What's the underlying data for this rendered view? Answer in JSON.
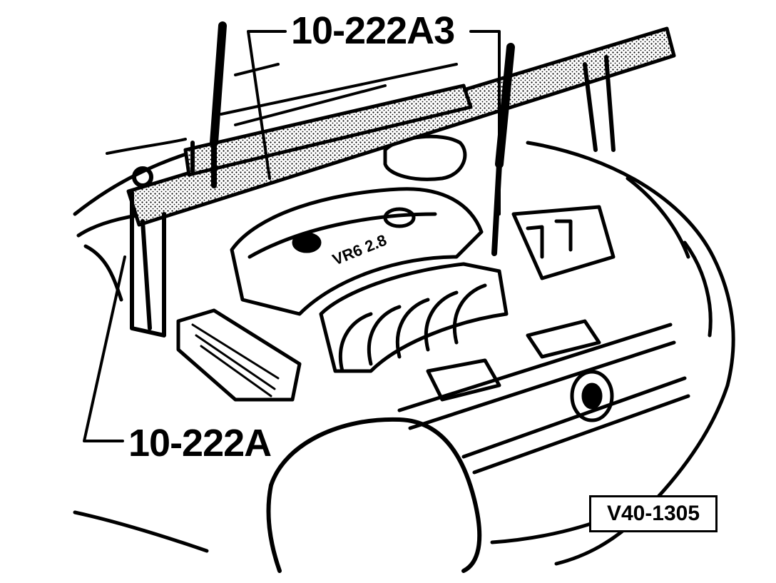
{
  "labels": {
    "tool_top": "10-222A3",
    "tool_bottom": "10-222A",
    "figure_code": "V40-1305"
  },
  "engine_cover_text": "VR6 2.8",
  "colors": {
    "ink": "#000000",
    "background": "#ffffff",
    "bar_fill": "#bdbdbd"
  }
}
